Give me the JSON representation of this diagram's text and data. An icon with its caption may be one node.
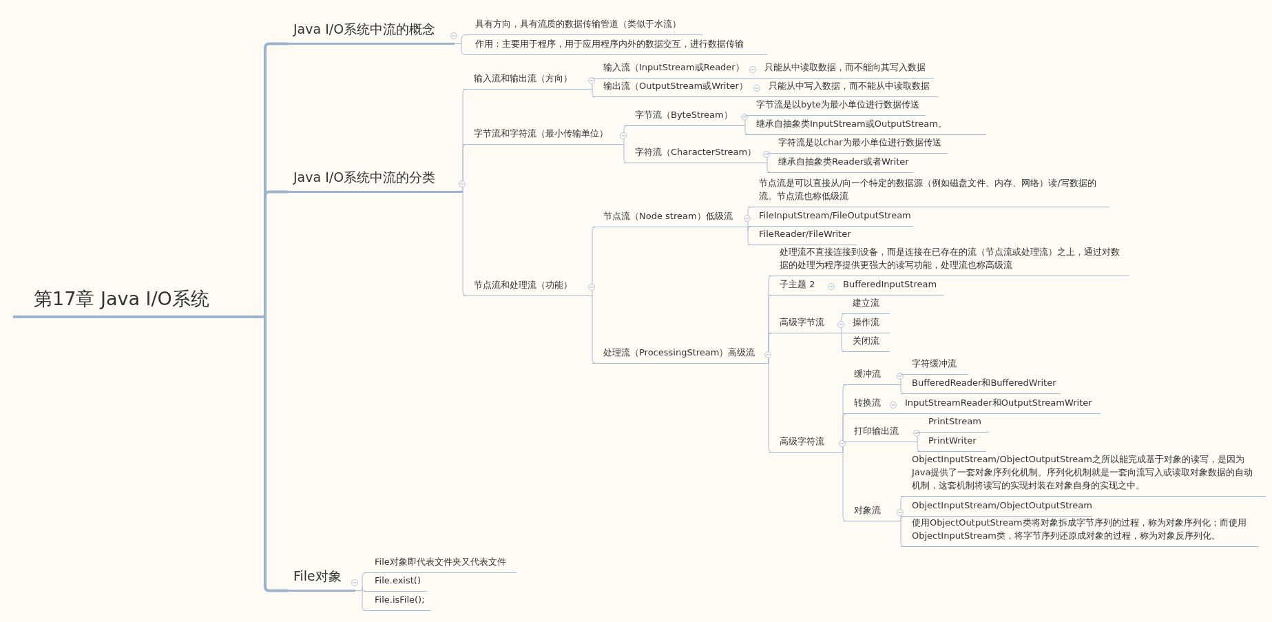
{
  "diagram": {
    "nodes": [
      {
        "text": [
          "第17章  Java I/O系统"
        ]
      },
      {
        "text": [
          "Java I/O系统中流的概念"
        ]
      },
      {
        "text": [
          "具有方向，具有流质的数据传输管道（类似于水流）"
        ]
      },
      {
        "text": [
          "作用：主要用于程序，用于应用程序内外的数据交互，进行数据传输"
        ]
      },
      {
        "text": [
          "Java I/O系统中流的分类"
        ]
      },
      {
        "text": [
          "输入流和输出流（方向）"
        ]
      },
      {
        "text": [
          "输入流（InputStream或Reader）"
        ]
      },
      {
        "text": [
          "只能从中读取数据，而不能向其写入数据"
        ]
      },
      {
        "text": [
          "输出流（OutputStream或Writer）"
        ]
      },
      {
        "text": [
          "只能从中写入数据，而不能从中读取数据"
        ]
      },
      {
        "text": [
          "字节流和字符流（最小传输单位）"
        ]
      },
      {
        "text": [
          "字节流（ByteStream）"
        ]
      },
      {
        "text": [
          "字节流是以byte为最小单位进行数据传送"
        ]
      },
      {
        "text": [
          "继承自抽象类InputStream或OutputStream。"
        ]
      },
      {
        "text": [
          "字符流（CharacterStream）"
        ]
      },
      {
        "text": [
          "字符流是以char为最小单位进行数据传送"
        ]
      },
      {
        "text": [
          "继承自抽象类Reader或者Writer"
        ]
      },
      {
        "text": [
          "节点流和处理流（功能）"
        ]
      },
      {
        "text": [
          "节点流（Node stream）低级流"
        ]
      },
      {
        "text": [
          "节点流是可以直接从/向一个特定的数据源（例如磁盘文件、内存、网络）读/写数据的流。节点流也称低级流"
        ]
      },
      {
        "text": [
          "FileInputStream/FileOutputStream"
        ]
      },
      {
        "text": [
          "FileReader/FileWriter"
        ]
      },
      {
        "text": [
          "处理流（ProcessingStream）高级流"
        ]
      },
      {
        "text": [
          "处理流不直接连接到设备，而是连接在已存在的流（节点流或处理流）之上，通过对数据的处理为程序提供更强大的读写功能，处理流也称高级流"
        ]
      },
      {
        "text": [
          "子主题 2"
        ]
      },
      {
        "text": [
          "BufferedInputStream"
        ]
      },
      {
        "text": [
          "高级字节流"
        ]
      },
      {
        "text": [
          "建立流"
        ]
      },
      {
        "text": [
          "操作流"
        ]
      },
      {
        "text": [
          "关闭流"
        ]
      },
      {
        "text": [
          "高级字符流"
        ]
      },
      {
        "text": [
          "缓冲流"
        ]
      },
      {
        "text": [
          "字符缓冲流"
        ]
      },
      {
        "text": [
          "BufferedReader和BufferedWriter"
        ]
      },
      {
        "text": [
          "转换流"
        ]
      },
      {
        "text": [
          "InputStreamReader和OutputStreamWriter"
        ]
      },
      {
        "text": [
          "打印输出流"
        ]
      },
      {
        "text": [
          "PrintStream"
        ]
      },
      {
        "text": [
          "PrintWriter"
        ]
      },
      {
        "text": [
          "对象流"
        ]
      },
      {
        "text": [
          "ObjectInputStream/ObjectOutputStream之所以能完成基于对象的读写，是因为Java提供了一套对象序列化机制。序列化机制就是一套向流写入或读取对象数据的自动机制，这套机制将读写的实现封装在对象自身的实现之中。"
        ]
      },
      {
        "text": [
          "ObjectInputStream/ObjectOutputStream"
        ]
      },
      {
        "text": [
          "使用ObjectOutputStream类将对象拆成字节序列的过程，称为对象序列化；而使用ObjectInputStream类，将字节序列还原成对象的过程，称为对象反序列化。"
        ]
      },
      {
        "text": [
          "File对象"
        ]
      },
      {
        "text": [
          "File对象即代表文件夹又代表文件"
        ]
      },
      {
        "text": [
          "File.exist()"
        ]
      },
      {
        "text": [
          "File.isFile();"
        ]
      }
    ],
    "edges": [
      {
        "from": 0,
        "to": 1,
        "arrow": "none",
        "style": "thick"
      },
      {
        "from": 0,
        "to": 4,
        "arrow": "none",
        "style": "thick"
      },
      {
        "from": 0,
        "to": 43,
        "arrow": "none",
        "style": "thick"
      },
      {
        "from": 1,
        "to": 2,
        "arrow": "none"
      },
      {
        "from": 1,
        "to": 3,
        "arrow": "none"
      },
      {
        "from": 4,
        "to": 5,
        "arrow": "none"
      },
      {
        "from": 4,
        "to": 10,
        "arrow": "none"
      },
      {
        "from": 4,
        "to": 17,
        "arrow": "none"
      },
      {
        "from": 5,
        "to": 6,
        "arrow": "none"
      },
      {
        "from": 5,
        "to": 8,
        "arrow": "none"
      },
      {
        "from": 6,
        "to": 7,
        "arrow": "none"
      },
      {
        "from": 8,
        "to": 9,
        "arrow": "none"
      },
      {
        "from": 10,
        "to": 11,
        "arrow": "none"
      },
      {
        "from": 10,
        "to": 14,
        "arrow": "none"
      },
      {
        "from": 11,
        "to": 12,
        "arrow": "none"
      },
      {
        "from": 11,
        "to": 13,
        "arrow": "none"
      },
      {
        "from": 14,
        "to": 15,
        "arrow": "none"
      },
      {
        "from": 14,
        "to": 16,
        "arrow": "none"
      },
      {
        "from": 17,
        "to": 18,
        "arrow": "none"
      },
      {
        "from": 17,
        "to": 22,
        "arrow": "none"
      },
      {
        "from": 18,
        "to": 19,
        "arrow": "none"
      },
      {
        "from": 18,
        "to": 20,
        "arrow": "none"
      },
      {
        "from": 18,
        "to": 21,
        "arrow": "none"
      },
      {
        "from": 22,
        "to": 23,
        "arrow": "none"
      },
      {
        "from": 22,
        "to": 24,
        "arrow": "none"
      },
      {
        "from": 22,
        "to": 26,
        "arrow": "none"
      },
      {
        "from": 22,
        "to": 30,
        "arrow": "none"
      },
      {
        "from": 24,
        "to": 25,
        "arrow": "none"
      },
      {
        "from": 26,
        "to": 27,
        "arrow": "none"
      },
      {
        "from": 26,
        "to": 28,
        "arrow": "none"
      },
      {
        "from": 26,
        "to": 29,
        "arrow": "none"
      },
      {
        "from": 30,
        "to": 31,
        "arrow": "none"
      },
      {
        "from": 30,
        "to": 34,
        "arrow": "none"
      },
      {
        "from": 30,
        "to": 36,
        "arrow": "none"
      },
      {
        "from": 30,
        "to": 39,
        "arrow": "none"
      },
      {
        "from": 31,
        "to": 32,
        "arrow": "none"
      },
      {
        "from": 31,
        "to": 33,
        "arrow": "none"
      },
      {
        "from": 34,
        "to": 35,
        "arrow": "none"
      },
      {
        "from": 36,
        "to": 37,
        "arrow": "none"
      },
      {
        "from": 36,
        "to": 38,
        "arrow": "none"
      },
      {
        "from": 39,
        "to": 40,
        "arrow": "none"
      },
      {
        "from": 39,
        "to": 41,
        "arrow": "none"
      },
      {
        "from": 39,
        "to": 42,
        "arrow": "none"
      },
      {
        "from": 43,
        "to": 44,
        "arrow": "none"
      },
      {
        "from": 43,
        "to": 45,
        "arrow": "none"
      },
      {
        "from": 43,
        "to": 46,
        "arrow": "none"
      }
    ]
  }
}
